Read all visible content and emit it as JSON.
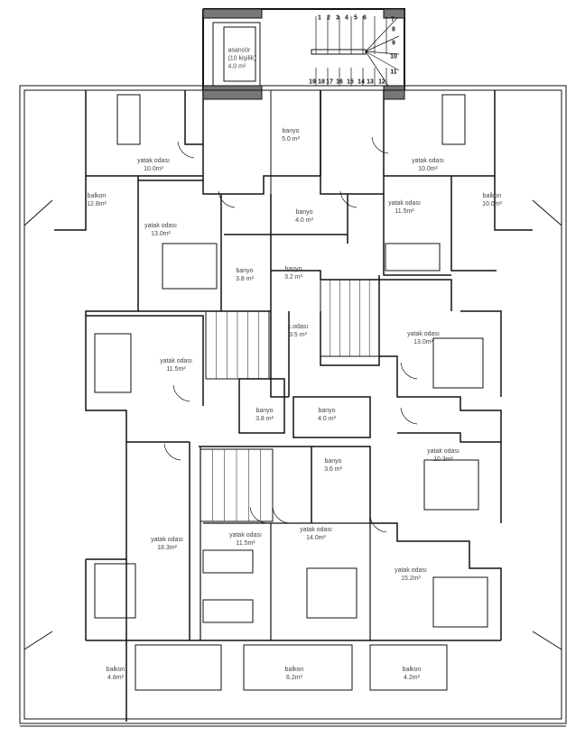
{
  "rooms": [
    {
      "name": "asansör",
      "sub": "(10 kişilik)",
      "area": "4.0 m²"
    },
    {
      "name": "yatak odası",
      "area": "10.0m²"
    },
    {
      "name": "banyo",
      "area": "5.0 m²"
    },
    {
      "name": "yatak odası",
      "area": "10.0m²"
    },
    {
      "name": "balkon",
      "area": "12.8m²"
    },
    {
      "name": "balkon",
      "area": "10.0m²"
    },
    {
      "name": "yatak odası",
      "area": "13.0m²"
    },
    {
      "name": "banyo",
      "area": "4.0 m²"
    },
    {
      "name": "yatak odası",
      "area": "11.5m²"
    },
    {
      "name": "banyo",
      "area": "3.8 m²"
    },
    {
      "name": "banyo",
      "area": "3.2 m²"
    },
    {
      "name": "ç.odası",
      "area": "3.5 m²"
    },
    {
      "name": "yatak odası",
      "area": "11.5m²"
    },
    {
      "name": "yatak odası",
      "area": "13.0m²"
    },
    {
      "name": "banyo",
      "area": "3.8 m²"
    },
    {
      "name": "banyo",
      "area": "4.0 m²"
    },
    {
      "name": "yatak odası",
      "area": "10.3m²"
    },
    {
      "name": "banyo",
      "area": "3.6 m²"
    },
    {
      "name": "yatak odası",
      "area": "18.3m²"
    },
    {
      "name": "yatak odası",
      "area": "11.5m²"
    },
    {
      "name": "yatak odası",
      "area": "14.0m²"
    },
    {
      "name": "yatak odası",
      "area": "15.2m²"
    },
    {
      "name": "balkon",
      "area": "4.8m²"
    },
    {
      "name": "balkon",
      "area": "6.2m²"
    },
    {
      "name": "balkon",
      "area": "4.2m²"
    }
  ],
  "stair_numbers": [
    "1",
    "2",
    "3",
    "4",
    "5",
    "6",
    "7",
    "8",
    "9",
    "10",
    "11",
    "12",
    "13",
    "14",
    "15",
    "16",
    "17",
    "18",
    "19"
  ],
  "colors": {
    "wall": "#111111",
    "text": "#444444",
    "hatch": "#555555"
  }
}
